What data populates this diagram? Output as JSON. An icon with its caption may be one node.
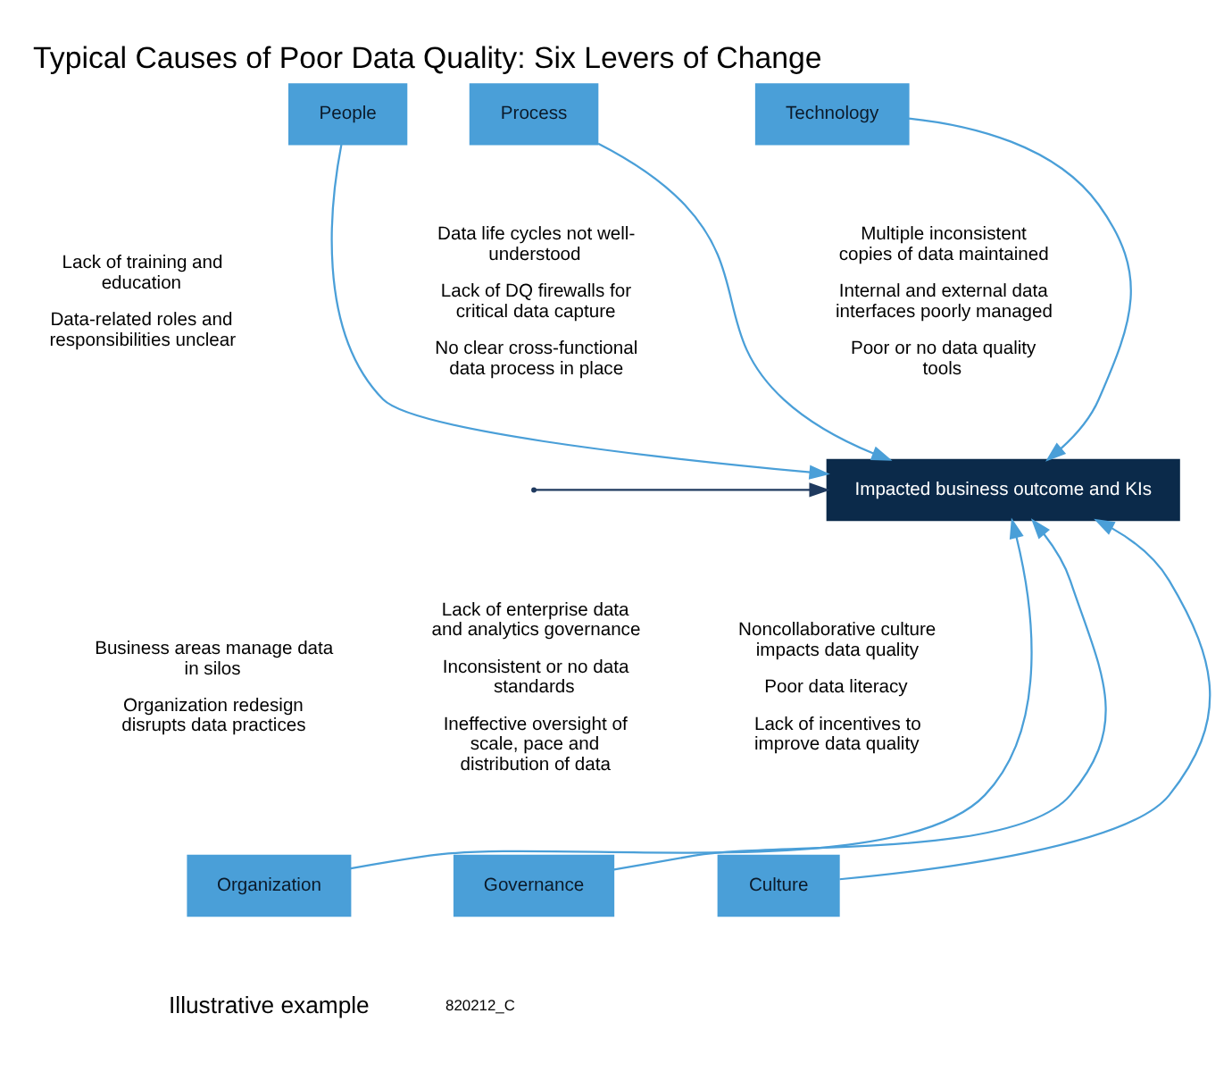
{
  "diagram": {
    "title": "Typical Causes of Poor Data Quality: Six Levers of Change",
    "nodes": [
      {
        "text": [
          "People"
        ],
        "beside": [
          "Lack of training and education",
          "Data-related roles and responsibilities unclear"
        ]
      },
      {
        "text": [
          "Process"
        ],
        "beside": [
          "Data life cycles not well-understood",
          "Lack of DQ firewalls for critical data capture",
          "No clear cross-functional data process in place"
        ]
      },
      {
        "text": [
          "Technology"
        ],
        "beside": [
          "Multiple inconsistent copies of data maintained",
          "Internal and external data interfaces poorly managed",
          "Poor or no data quality tools"
        ]
      },
      {
        "text": [
          "Impacted business outcome and KIs"
        ]
      },
      {
        "text": [
          "Organization"
        ],
        "beside": [
          "Business areas manage data in silos",
          "Organization redesign disrupts data practices"
        ]
      },
      {
        "text": [
          "Governance"
        ],
        "beside": [
          "Lack of enterprise data and analytics governance",
          "Inconsistent or no data standards",
          "Ineffective oversight of scale, pace and distribution of data"
        ]
      },
      {
        "text": [
          "Culture"
        ],
        "beside": [
          "Noncollaborative culture impacts data quality",
          "Poor data literacy",
          "Lack of incentives to improve data quality"
        ]
      }
    ],
    "edges": [
      {
        "from": null,
        "to": 3,
        "arrow": "to",
        "color": "#1f3a5f"
      },
      {
        "from": 0,
        "to": 3,
        "arrow": "to"
      },
      {
        "from": 1,
        "to": 3,
        "arrow": "to"
      },
      {
        "from": 2,
        "to": 3,
        "arrow": "to"
      },
      {
        "from": 4,
        "to": 3,
        "arrow": "to"
      },
      {
        "from": 5,
        "to": 3,
        "arrow": "to"
      },
      {
        "from": 6,
        "to": 3,
        "arrow": "to"
      }
    ],
    "labels": [
      "Illustrative example",
      "820212_C"
    ]
  }
}
